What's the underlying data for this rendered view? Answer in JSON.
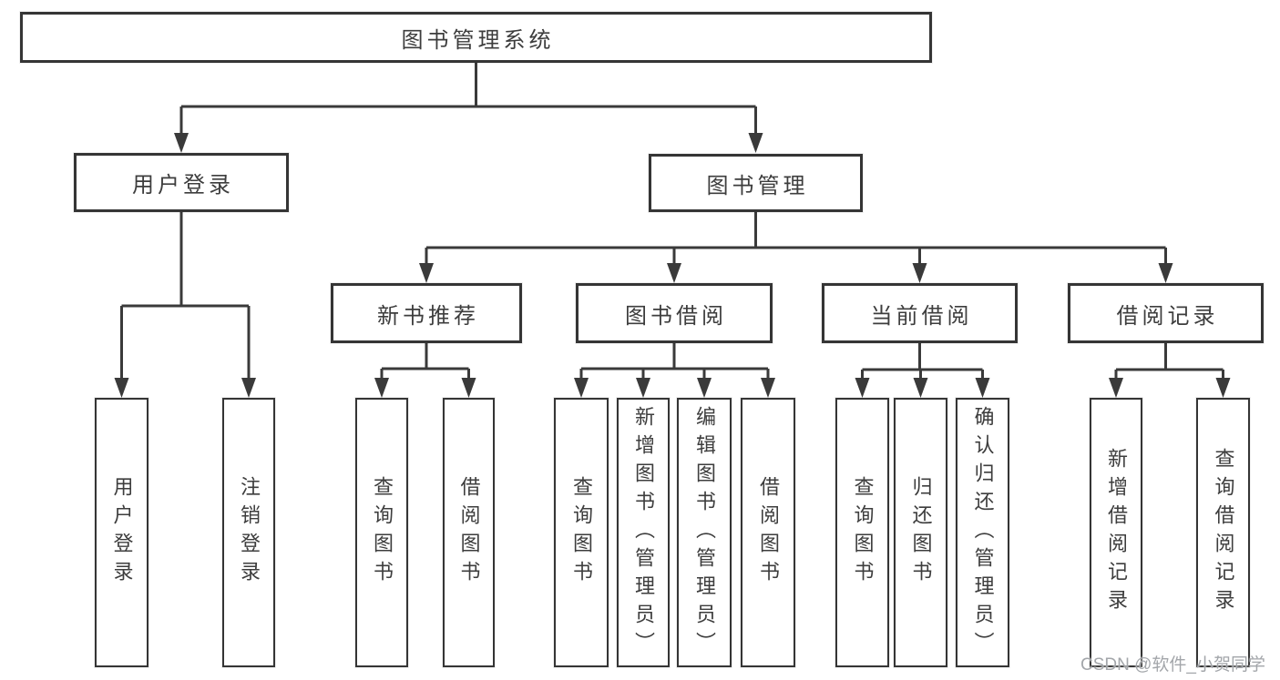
{
  "tree": {
    "label": "图书管理系统",
    "children": [
      {
        "label": "用户登录",
        "children": [
          {
            "label": "用户登录"
          },
          {
            "label": "注销登录"
          }
        ]
      },
      {
        "label": "图书管理",
        "children": [
          {
            "label": "新书推荐",
            "children": [
              {
                "label": "查询图书"
              },
              {
                "label": "借阅图书"
              }
            ]
          },
          {
            "label": "图书借阅",
            "children": [
              {
                "label": "查询图书"
              },
              {
                "label": "新增图书（管理员）"
              },
              {
                "label": "编辑图书（管理员）"
              },
              {
                "label": "借阅图书"
              }
            ]
          },
          {
            "label": "当前借阅",
            "children": [
              {
                "label": "查询图书"
              },
              {
                "label": "归还图书"
              },
              {
                "label": "确认归还（管理员）"
              }
            ]
          },
          {
            "label": "借阅记录",
            "children": [
              {
                "label": "新增借阅记录"
              },
              {
                "label": "查询借阅记录"
              }
            ]
          }
        ]
      }
    ]
  },
  "watermark": {
    "text": "CSDN @软件_小贺同学"
  },
  "colors": {
    "line": "#3a3a3a",
    "box_border": "#353535",
    "text": "#3d3d3d",
    "watermark_text": "#a3a6aa",
    "background": "#ffffff"
  }
}
